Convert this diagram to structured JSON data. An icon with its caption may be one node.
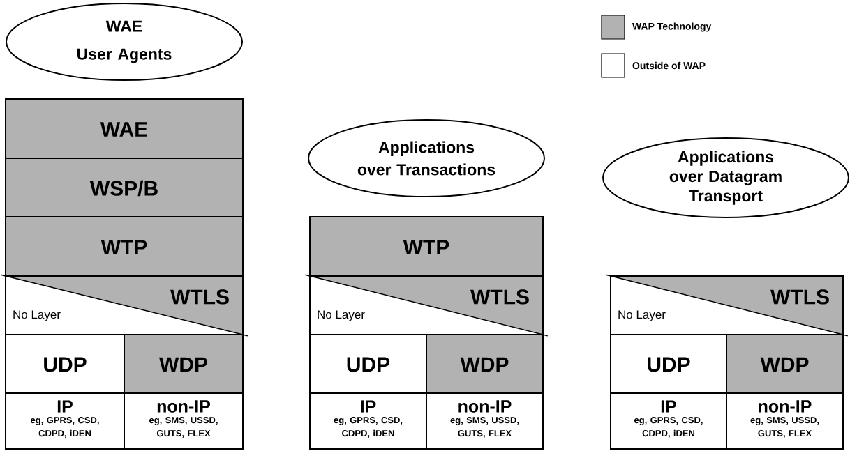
{
  "diagram": {
    "nodes": [
      {
        "text": [
          "WAE User Agents"
        ]
      },
      {
        "text": [
          "WAE"
        ]
      },
      {
        "text": [
          "WSP/B"
        ]
      },
      {
        "text": [
          "WTP"
        ]
      },
      {
        "text": [
          "WTLS",
          "No Layer"
        ]
      },
      {
        "text": [
          "UDP"
        ]
      },
      {
        "text": [
          "WDP"
        ]
      },
      {
        "text": [
          "IP",
          "eg, GPRS, CSD, CDPD, iDEN"
        ]
      },
      {
        "text": [
          "non-IP",
          "eg, SMS, USSD, GUTS, FLEX"
        ]
      },
      {
        "text": [
          "Applications over Transactions"
        ]
      },
      {
        "text": [
          "WTP"
        ]
      },
      {
        "text": [
          "WTLS",
          "No Layer"
        ]
      },
      {
        "text": [
          "UDP"
        ]
      },
      {
        "text": [
          "WDP"
        ]
      },
      {
        "text": [
          "IP",
          "eg, GPRS, CSD, CDPD, iDEN"
        ]
      },
      {
        "text": [
          "non-IP",
          "eg, SMS, USSD, GUTS, FLEX"
        ]
      },
      {
        "text": [
          "Applications over Datagram Transport"
        ]
      },
      {
        "text": [
          "WTLS",
          "No Layer"
        ]
      },
      {
        "text": [
          "UDP"
        ]
      },
      {
        "text": [
          "WDP"
        ]
      },
      {
        "text": [
          "IP",
          "eg, GPRS, CSD, CDPD, iDEN"
        ]
      },
      {
        "text": [
          "non-IP",
          "eg, SMS, USSD, GUTS, FLEX"
        ]
      }
    ],
    "legend": [
      {
        "text": "WAP Technology",
        "color": "#b2b2b2"
      },
      {
        "text": "Outside of WAP"
      }
    ]
  }
}
